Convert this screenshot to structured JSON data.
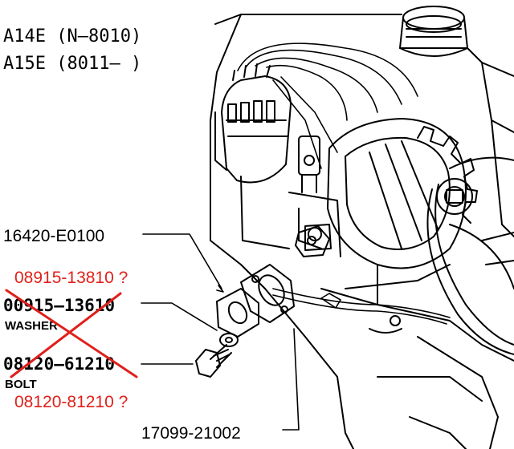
{
  "header": {
    "line1": "A14E (N–8010)",
    "line2": "A15E (8011–    )"
  },
  "labels": {
    "gear_part": "16420-E0100",
    "washer_new": "08915-13810 ?",
    "washer_old": "00915–13610",
    "washer_name": "WASHER",
    "bolt_old": "08120–61210",
    "bolt_name": "BOLT",
    "bolt_new": "08120-81210 ?",
    "bracket_part": "17099-21002"
  },
  "colors": {
    "ink": "#000000",
    "correction": "#e0201b"
  }
}
